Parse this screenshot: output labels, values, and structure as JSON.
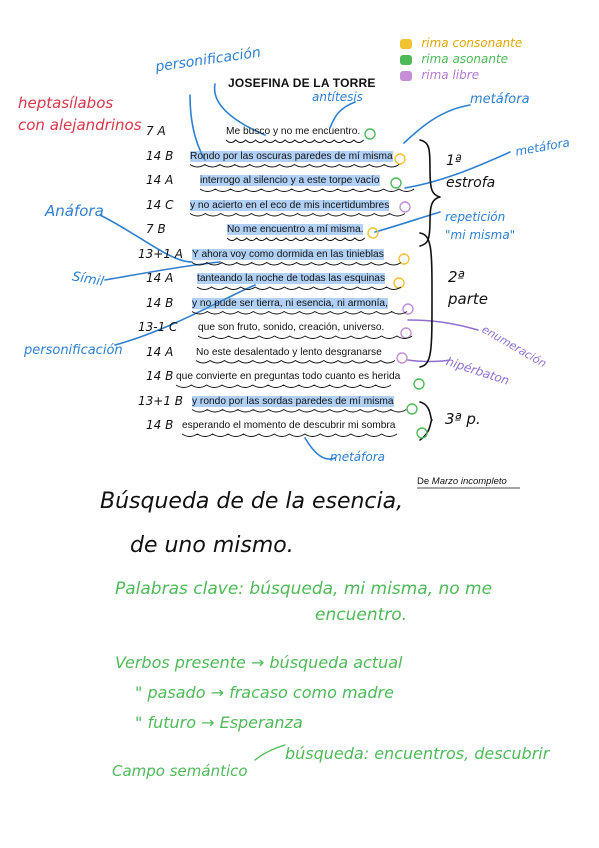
{
  "legend": [
    {
      "label": "rima consonante",
      "color": "#f1c232"
    },
    {
      "label": "rima asonante",
      "color": "#4fb95a"
    },
    {
      "label": "rima libre",
      "color": "#c48fd6"
    }
  ],
  "poem": {
    "title": "JOSEFINA DE LA TORRE",
    "source_prefix": "De ",
    "source_title": "Marzo incompleto",
    "lines": [
      {
        "meter": "7 A",
        "text": "Me busco y no me encuentro."
      },
      {
        "meter": "14 B",
        "text": "Rondo por las oscuras paredes de mí misma"
      },
      {
        "meter": "14 A",
        "text": "interrogo al silencio y a este torpe vacío"
      },
      {
        "meter": "14 C",
        "text": "y no acierto en el eco de mis incertidumbres"
      },
      {
        "meter": "7 B",
        "text": "No me encuentro a mí misma."
      },
      {
        "meter": "13+1 A",
        "text": "Y ahora voy como dormida en las tinieblas"
      },
      {
        "meter": "14 A",
        "text": "tanteando la noche de todas las esquinas"
      },
      {
        "meter": "14 B",
        "text": "y no pude ser tierra, ni esencia, ni armonía,"
      },
      {
        "meter": "13-1 C",
        "text": "que son fruto, sonido, creación, universo."
      },
      {
        "meter": "14 A",
        "text": "No este desalentado y lento desgranarse"
      },
      {
        "meter": "14 B",
        "text": "que convierte en preguntas todo cuanto es herida"
      },
      {
        "meter": "13+1 B",
        "text": "y rondo por las sordas paredes de mí misma"
      },
      {
        "meter": "14 B",
        "text": "esperando el momento de descubrir mi sombra"
      }
    ]
  },
  "annotations": {
    "heptasilabos": [
      "heptasílabos",
      "con alejandrinos"
    ],
    "personificacion_top": "personificación",
    "antitesis": "antítesis",
    "metafora_top": "metáfora",
    "metafora_right": "metáfora",
    "parte1": [
      "1ª",
      "estrofa"
    ],
    "repeticion": [
      "repetición",
      "\"mi misma\""
    ],
    "anafora": "Anáfora",
    "simil": "Símil",
    "parte2": [
      "2ª",
      "parte"
    ],
    "enumeracion": "enumeración",
    "personificacion_left": "personificación",
    "hiperbaton": "hipérbaton",
    "parte3": "3ª p.",
    "metafora_bottom": "metáfora"
  },
  "notes": {
    "busqueda": [
      "Búsqueda de de la esencia,",
      "de uno mismo."
    ],
    "palabras_clave": [
      "Palabras clave: búsqueda, mi misma, no me",
      "encuentro."
    ],
    "verbos": [
      "Verbos presente → búsqueda actual",
      "\"  pasado → fracaso como madre",
      "\"  futuro → Esperanza"
    ],
    "campo": [
      "Campo semántico",
      "búsqueda: encuentros, descubrir"
    ]
  }
}
